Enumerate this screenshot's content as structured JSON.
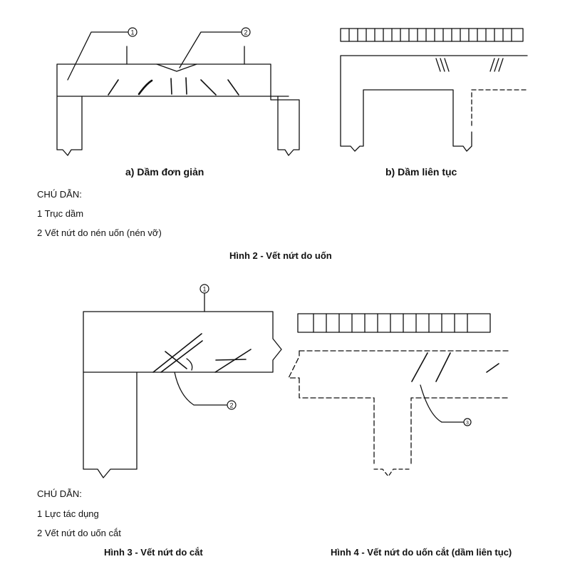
{
  "figure2": {
    "caption_a": "a) Dầm đơn giản",
    "caption_b": "b) Dầm liên tục",
    "legend_title": "CHÚ DẪN:",
    "legend_items": [
      "1 Trục dầm",
      "2 Vết nứt do nén uốn (nén vỡ)"
    ],
    "title": "Hình 2 - Vết nứt do uốn",
    "callouts": [
      "1",
      "2"
    ]
  },
  "figure3": {
    "legend_title": "CHÚ DẪN:",
    "legend_items": [
      "1 Lực tác dụng",
      "2 Vết nứt do uốn cắt"
    ],
    "title": "Hình 3 - Vết nứt do cắt",
    "callouts": [
      "1",
      "2"
    ]
  },
  "figure4": {
    "title": "Hình 4 - Vết nứt do uốn cắt (dầm liên tục)",
    "callouts": [
      "3"
    ]
  }
}
